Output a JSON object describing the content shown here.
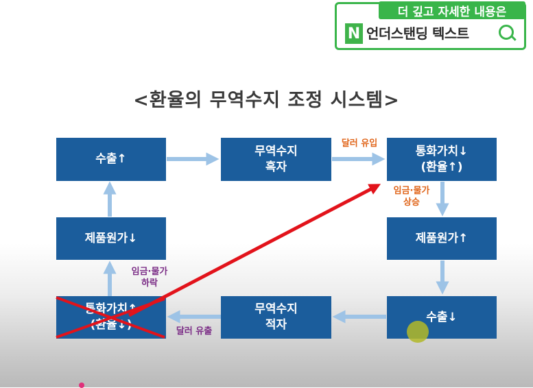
{
  "title": "<환율의 무역수지 조정 시스템>",
  "overlay": {
    "badge_top": "더 깊고 자세한 내용은",
    "badge_logo": "N",
    "badge_brand": "언더스탠딩 텍스트",
    "icons": [
      "fullscreen-exit-icon",
      "share-icon",
      "search-icon"
    ]
  },
  "boxes": {
    "export_up": {
      "line1": "수출↑",
      "line2": ""
    },
    "trade_surplus": {
      "line1": "무역수지",
      "line2": "흑자"
    },
    "currency_up": {
      "line1": "통화가치↓",
      "line2": "(환율↑)"
    },
    "cost_down": {
      "line1": "제품원가↓",
      "line2": ""
    },
    "cost_up": {
      "line1": "제품원가↑",
      "line2": ""
    },
    "currency_down": {
      "line1": "통화가치↑",
      "line2": "(환율↓)"
    },
    "trade_deficit": {
      "line1": "무역수지",
      "line2": "적자"
    },
    "export_down": {
      "line1": "수출↓",
      "line2": ""
    }
  },
  "edge_labels": {
    "dollar_inflow": "달러 유입",
    "wage_price_up": [
      "임금·물가",
      "상승"
    ],
    "wage_price_down": [
      "임금·물가",
      "하락"
    ],
    "dollar_outflow": "달러 유출"
  },
  "colors": {
    "box": "#1b5d9c",
    "arrow": "#9dc3e6",
    "red_annotation": "#e2131b",
    "orange_label": "#e0651a",
    "purple_label": "#7b2d86"
  }
}
